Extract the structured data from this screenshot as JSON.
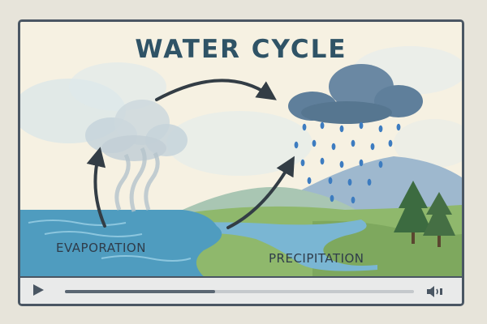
{
  "diagram": {
    "title": "WATER CYCLE",
    "labels": {
      "evaporation": "EVAPORATION",
      "precipitation": "PRECIPITATION"
    }
  },
  "player": {
    "progress": 0.43,
    "controls": [
      "play-icon",
      "volume-icon"
    ]
  },
  "colors": {
    "frame": "#4a5663",
    "title": "#2f5366",
    "water": "#4f9cbf",
    "land": "#8fb86c",
    "cloud": "#5f7f9b",
    "rain": "#3d7cc0",
    "tree": "#3c6b40",
    "arrow": "#333d45"
  }
}
